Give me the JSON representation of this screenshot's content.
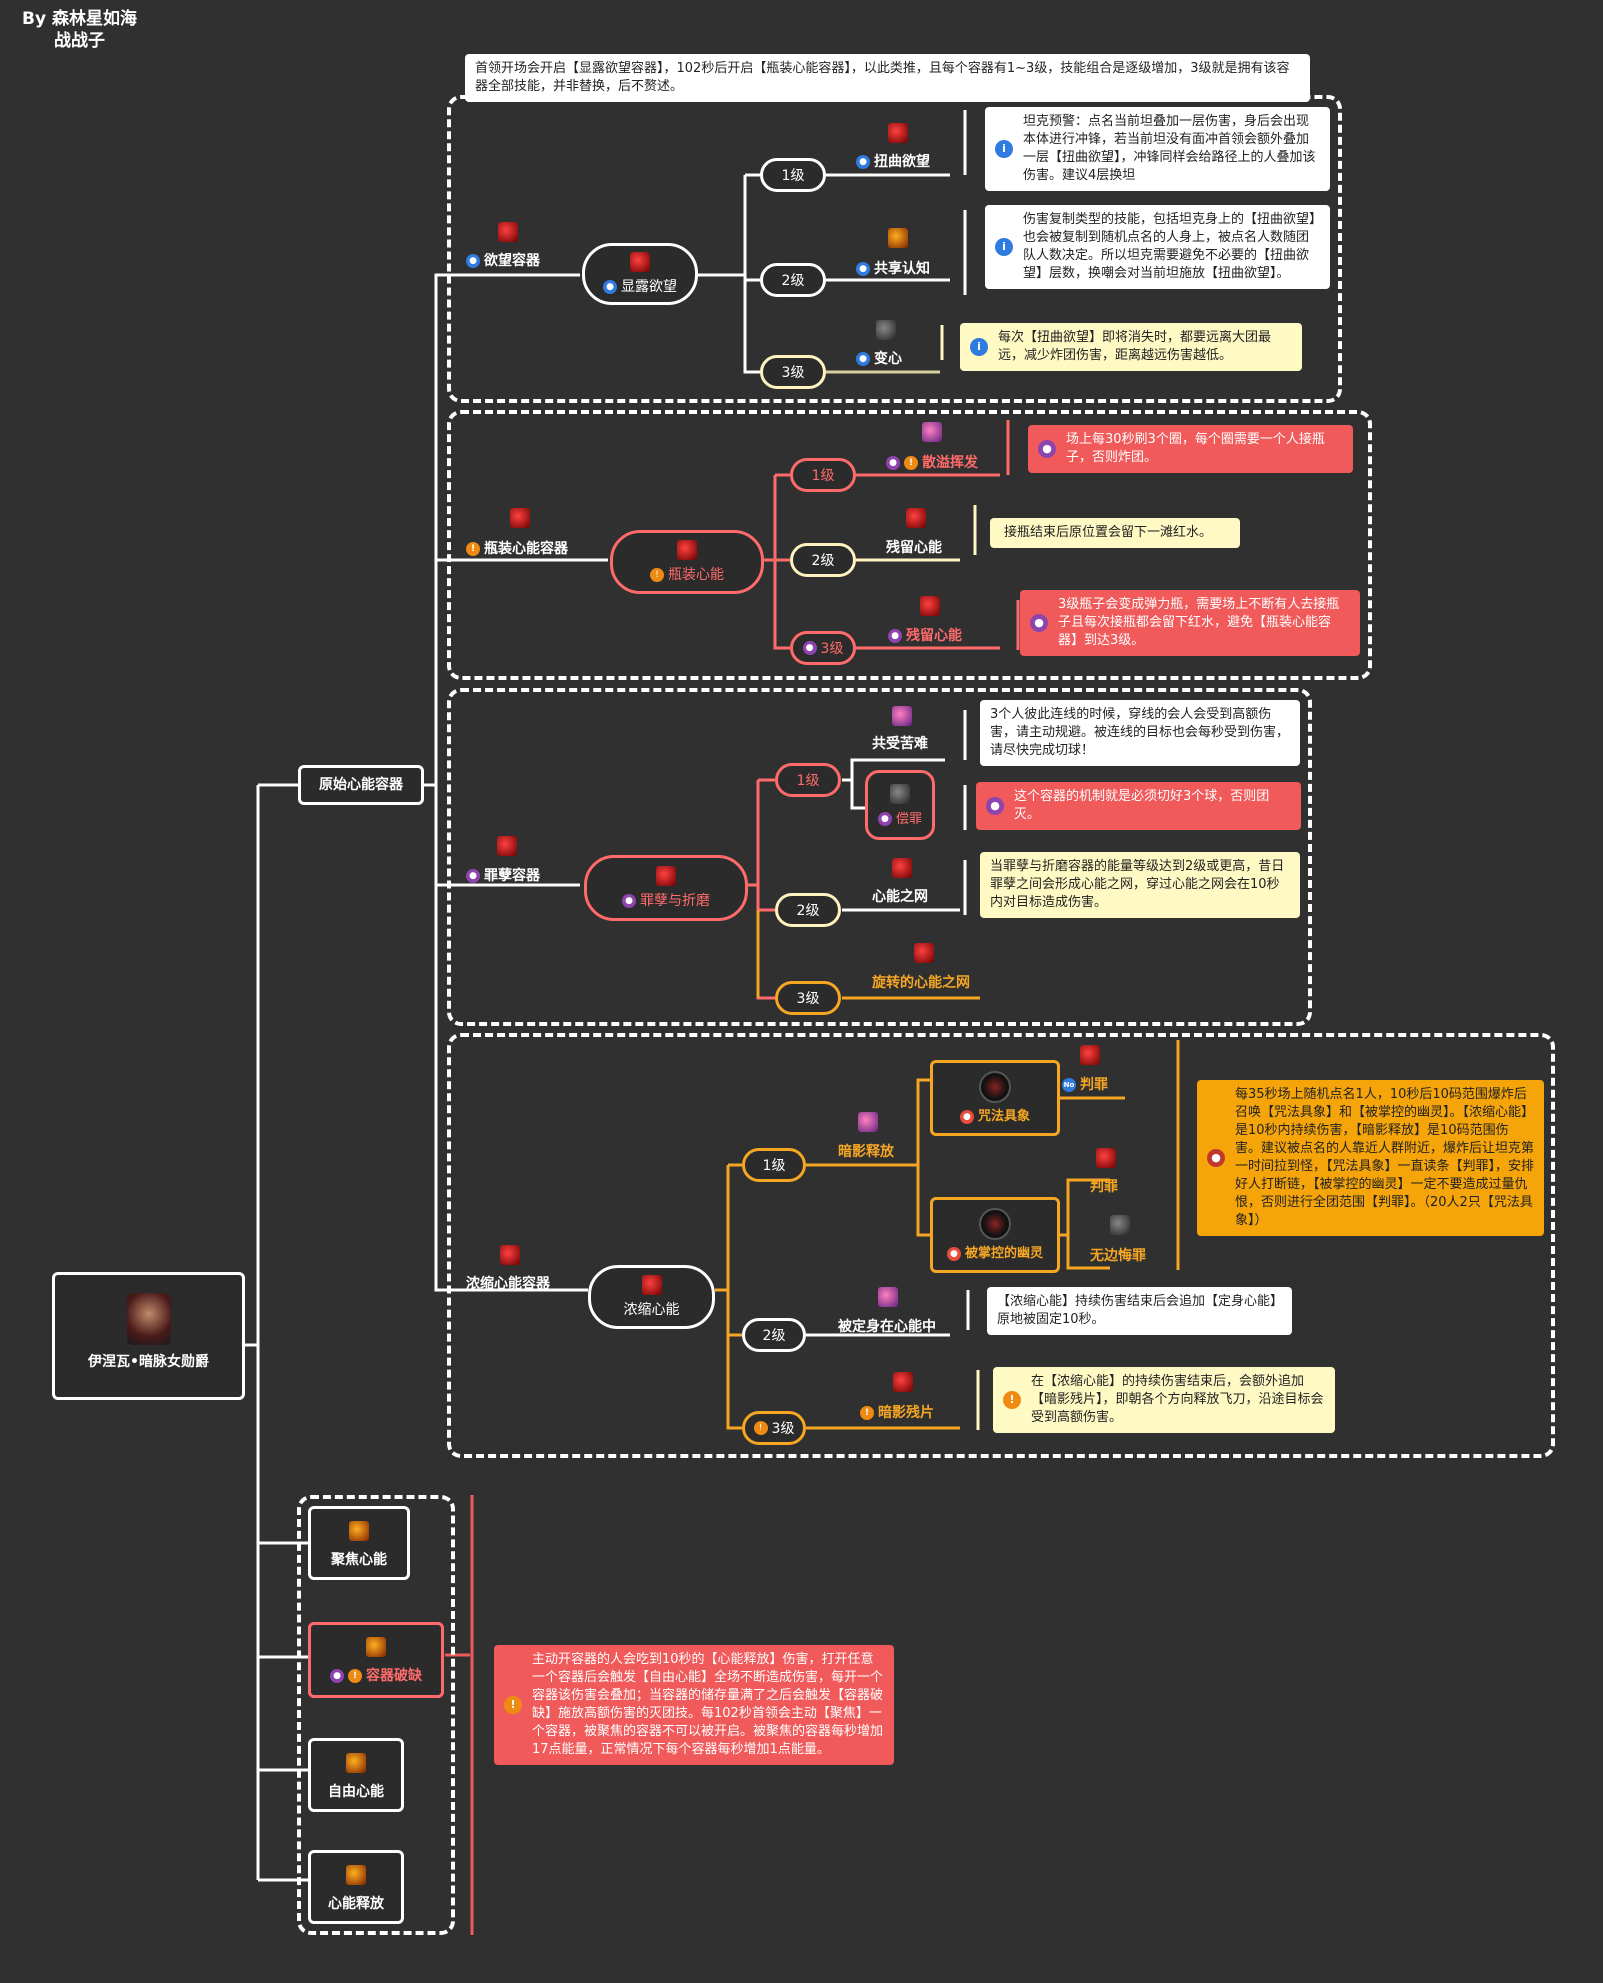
{
  "header": {
    "line1": "By 森林星如海",
    "line2": "战战子"
  },
  "intro_note": "首领开场会开启【显露欲望容器】，102秒后开启【瓶装心能容器】，以此类推，且每个容器有1~3级，技能组合是逐级增加，3级就是拥有该容器全部技能，并非替换，后不赘述。",
  "root": {
    "label": "伊涅瓦•暗脉女勋爵"
  },
  "main_branch": {
    "label": "原始心能容器"
  },
  "sections": {
    "desire": {
      "container": "欲望容器",
      "skill": "显露欲望",
      "levels": [
        "1级",
        "2级",
        "3级"
      ],
      "abilities": [
        "扭曲欲望",
        "共享认知",
        "变心"
      ],
      "notes": [
        "坦克预警：点名当前坦叠加一层伤害，身后会出现本体进行冲锋，若当前坦没有面冲首领会额外叠加一层【扭曲欲望】，冲锋同样会给路径上的人叠加该伤害。建议4层换坦",
        "伤害复制类型的技能，包括坦克身上的【扭曲欲望】也会被复制到随机点名的人身上，被点名人数随团队人数决定。所以坦克需要避免不必要的【扭曲欲望】层数，换嘲会对当前坦施放【扭曲欲望】。",
        "每次【扭曲欲望】即将消失时，都要远离大团最远，减少炸团伤害，距离越远伤害越低。"
      ]
    },
    "bottle": {
      "container": "瓶装心能容器",
      "skill": "瓶装心能",
      "levels": [
        "1级",
        "2级",
        "3级"
      ],
      "abilities": [
        "散溢挥发",
        "残留心能",
        "残留心能"
      ],
      "notes": [
        "场上每30秒刷3个圈，每个圈需要一个人接瓶子，否则炸团。",
        "接瓶结束后原位置会留下一滩红水。",
        "3级瓶子会变成弹力瓶，需要场上不断有人去接瓶子且每次接瓶都会留下红水，避免【瓶装心能容器】到达3级。"
      ]
    },
    "sin": {
      "container": "罪孽容器",
      "skill": "罪孽与折磨",
      "levels": [
        "1级",
        "2级",
        "3级"
      ],
      "abilities": [
        "共受苦难",
        "偿罪",
        "心能之网",
        "旋转的心能之网"
      ],
      "notes": [
        "3个人彼此连线的时候，穿线的会人会受到高额伤害，请主动规避。被连线的目标也会每秒受到伤害，请尽快完成切球！",
        "这个容器的机制就是必须切好3个球，否则团灭。",
        "当罪孽与折磨容器的能量等级达到2级或更高，昔日罪孽之间会形成心能之网，穿过心能之网会在10秒内对目标造成伤害。"
      ]
    },
    "concentrate": {
      "container": "浓缩心能容器",
      "skill": "浓缩心能",
      "levels": [
        "1级",
        "2级",
        "3级"
      ],
      "abilities": [
        "暗影释放",
        "咒法具象",
        "判罪",
        "判罪",
        "被掌控的幽灵",
        "无边悔罪",
        "被定身在心能中",
        "暗影残片"
      ],
      "no_badge": "No",
      "notes": [
        "每35秒场上随机点名1人，10秒后10码范围爆炸后召唤【咒法具象】和【被掌控的幽灵】。【浓缩心能】是10秒内持续伤害，【暗影释放】是10码范围伤害。建议被点名的人靠近人群附近，爆炸后让坦克第一时间拉到怪，【咒法具象】一直读条【判罪】，安排好人打断链，【被掌控的幽灵】一定不要造成过量仇恨，否则进行全团范围【判罪】。（20人2只【咒法具象】）",
        "【浓缩心能】持续伤害结束后会追加【定身心能】原地被固定10秒。",
        "在【浓缩心能】的持续伤害结束后，会额外追加【暗影残片】，即朝各个方向释放飞刀，沿途目标会受到高额伤害。"
      ]
    }
  },
  "side_mechanics": {
    "items": [
      "聚焦心能",
      "容器破缺",
      "自由心能",
      "心能释放"
    ],
    "note": "主动开容器的人会吃到10秒的【心能释放】伤害，打开任意一个容器后会触发【自由心能】全场不断造成伤害，每开一个容器该伤害会叠加；当容器的储存量满了之后会触发【容器破缺】施放高额伤害的灭团技。每102秒首领会主动【聚焦】一个容器，被聚焦的容器不可以被开启。被聚焦的容器每秒增加17点能量，正常情况下每个容器每秒增加1点能量。"
  },
  "colors": {
    "background": "#303030",
    "red": "#f05a5a",
    "orange": "#f5a50a",
    "yellow": "#fff9c4",
    "blue": "#2f7be0",
    "purple": "#8e44ad"
  }
}
